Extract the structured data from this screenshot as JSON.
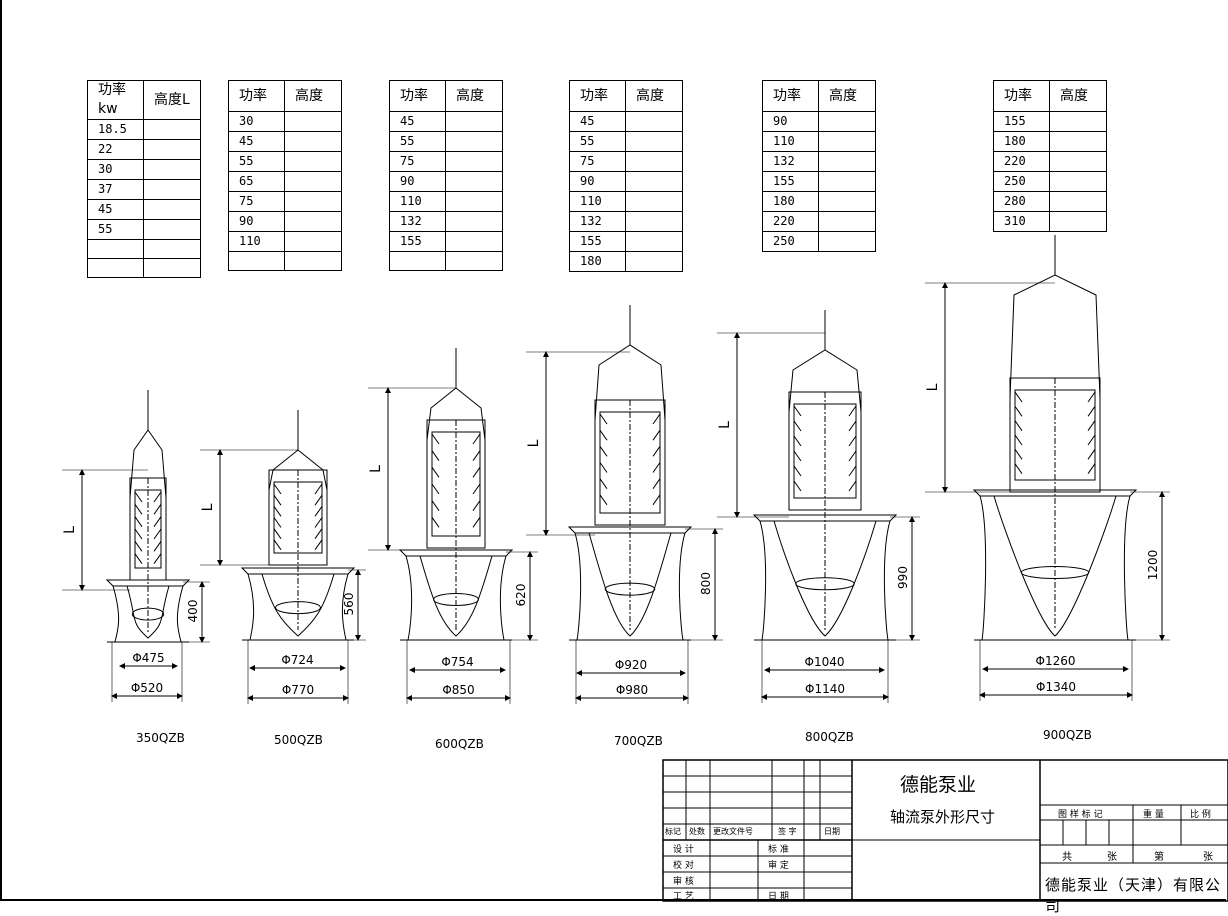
{
  "tables": [
    {
      "headers": [
        "功率kw",
        "高度L"
      ],
      "rows": [
        [
          "18.5",
          ""
        ],
        [
          "22",
          ""
        ],
        [
          "30",
          ""
        ],
        [
          "37",
          ""
        ],
        [
          "45",
          ""
        ],
        [
          "55",
          ""
        ],
        [
          "",
          ""
        ],
        [
          "",
          ""
        ]
      ]
    },
    {
      "headers": [
        "功率",
        "高度"
      ],
      "rows": [
        [
          "30",
          ""
        ],
        [
          "45",
          ""
        ],
        [
          "55",
          ""
        ],
        [
          "65",
          ""
        ],
        [
          "75",
          ""
        ],
        [
          "90",
          ""
        ],
        [
          "110",
          ""
        ],
        [
          "",
          ""
        ]
      ]
    },
    {
      "headers": [
        "功率",
        "高度"
      ],
      "rows": [
        [
          "45",
          ""
        ],
        [
          "55",
          ""
        ],
        [
          "75",
          ""
        ],
        [
          "90",
          ""
        ],
        [
          "110",
          ""
        ],
        [
          "132",
          ""
        ],
        [
          "155",
          ""
        ],
        [
          "",
          ""
        ]
      ]
    },
    {
      "headers": [
        "功率",
        "高度"
      ],
      "rows": [
        [
          "45",
          ""
        ],
        [
          "55",
          ""
        ],
        [
          "75",
          ""
        ],
        [
          "90",
          ""
        ],
        [
          "110",
          ""
        ],
        [
          "132",
          ""
        ],
        [
          "155",
          ""
        ],
        [
          "180",
          ""
        ]
      ]
    },
    {
      "headers": [
        "功率",
        "高度"
      ],
      "rows": [
        [
          "90",
          ""
        ],
        [
          "110",
          ""
        ],
        [
          "132",
          ""
        ],
        [
          "155",
          ""
        ],
        [
          "180",
          ""
        ],
        [
          "220",
          ""
        ],
        [
          "250",
          ""
        ]
      ]
    },
    {
      "headers": [
        "功率",
        "高度"
      ],
      "rows": [
        [
          "155",
          ""
        ],
        [
          "180",
          ""
        ],
        [
          "220",
          ""
        ],
        [
          "250",
          ""
        ],
        [
          "280",
          ""
        ],
        [
          "310",
          ""
        ]
      ]
    }
  ],
  "pumps": [
    {
      "model": "350QZB",
      "d_inner": "Φ475",
      "d_outer": "Φ520",
      "base_height": "400",
      "height_label": "L"
    },
    {
      "model": "500QZB",
      "d_inner": "Φ724",
      "d_outer": "Φ770",
      "base_height": "560",
      "height_label": "L"
    },
    {
      "model": "600QZB",
      "d_inner": "Φ754",
      "d_outer": "Φ850",
      "base_height": "620",
      "height_label": "L"
    },
    {
      "model": "700QZB",
      "d_inner": "Φ920",
      "d_outer": "Φ980",
      "base_height": "800",
      "height_label": "L"
    },
    {
      "model": "800QZB",
      "d_inner": "Φ1040",
      "d_outer": "Φ1140",
      "base_height": "990",
      "height_label": "L"
    },
    {
      "model": "900QZB",
      "d_inner": "Φ1260",
      "d_outer": "Φ1340",
      "base_height": "1200",
      "height_label": "L"
    }
  ],
  "title_block": {
    "brand": "德能泵业",
    "drawing_title": "轴流泵外形尺寸",
    "company": "德能泵业（天津）有限公司",
    "rev_headers": [
      "标记",
      "处数",
      "更改文件号",
      "签 字",
      "日期"
    ],
    "sign_rows": [
      {
        "role": "设 计",
        "role2": "标 准"
      },
      {
        "role": "校 对",
        "role2": "审 定"
      },
      {
        "role": "审 核",
        "role2": ""
      },
      {
        "role": "工 艺",
        "role2": "日 期"
      }
    ],
    "info_headers": [
      "图 样 标 记",
      "重 量",
      "比 例"
    ],
    "sheet_labels": [
      "共",
      "张",
      "第",
      "张"
    ]
  }
}
